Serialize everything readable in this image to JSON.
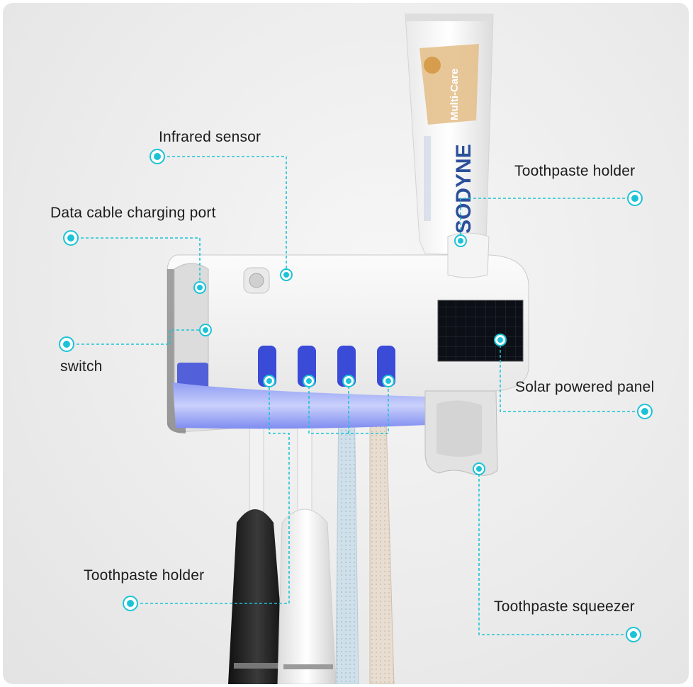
{
  "product_text": {
    "brand": "SODYNE",
    "variant": "Multi-Care"
  },
  "callouts": [
    {
      "id": "infrared-sensor",
      "label": "Infrared sensor"
    },
    {
      "id": "data-cable-charging-port",
      "label": "Data cable charging port"
    },
    {
      "id": "switch",
      "label": "switch"
    },
    {
      "id": "toothpaste-holder-top",
      "label": "Toothpaste holder"
    },
    {
      "id": "solar-powered-panel",
      "label": "Solar powered panel"
    },
    {
      "id": "toothpaste-holder-bottom",
      "label": "Toothpaste holder"
    },
    {
      "id": "toothpaste-squeezer",
      "label": "Toothpaste squeezer"
    }
  ],
  "colors": {
    "callout": "#1cc3d6",
    "uv_glow": "#3a4bd8",
    "background": "#ececec"
  }
}
